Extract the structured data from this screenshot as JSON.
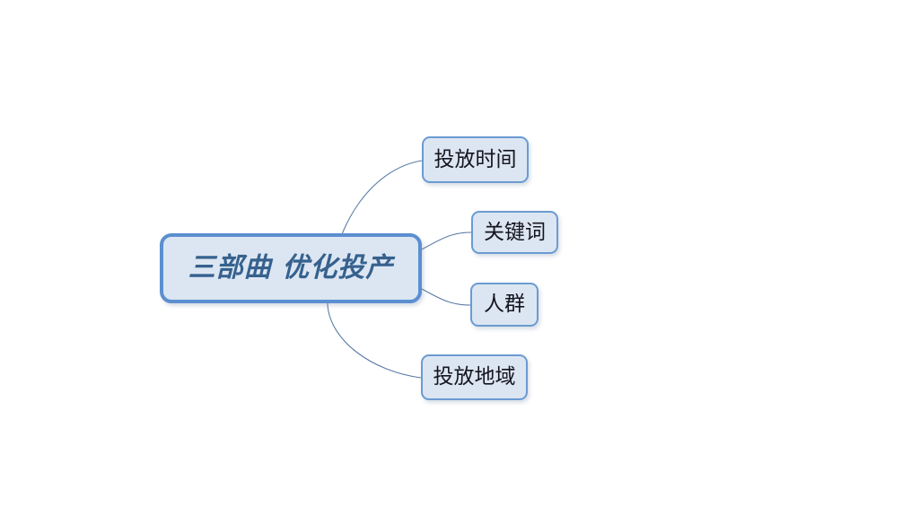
{
  "diagram": {
    "type": "mind-map",
    "background_color": "#ffffff",
    "root": {
      "label": "三部曲 优化投产",
      "fill_color": "#dce6f2",
      "border_color": "#5b8fd0",
      "text_color": "#36618e"
    },
    "branches": [
      {
        "label": "投放时间",
        "fill_color": "#dce6f2",
        "border_color": "#6b9bd2",
        "text_color": "#15151f"
      },
      {
        "label": "关键词",
        "fill_color": "#dce6f2",
        "border_color": "#6b9bd2",
        "text_color": "#15151f"
      },
      {
        "label": "人群",
        "fill_color": "#dce6f2",
        "border_color": "#6b9bd2",
        "text_color": "#15151f"
      },
      {
        "label": "投放地域",
        "fill_color": "#dce6f2",
        "border_color": "#6b9bd2",
        "text_color": "#15151f"
      }
    ],
    "connector_color": "#5a7ba6"
  }
}
